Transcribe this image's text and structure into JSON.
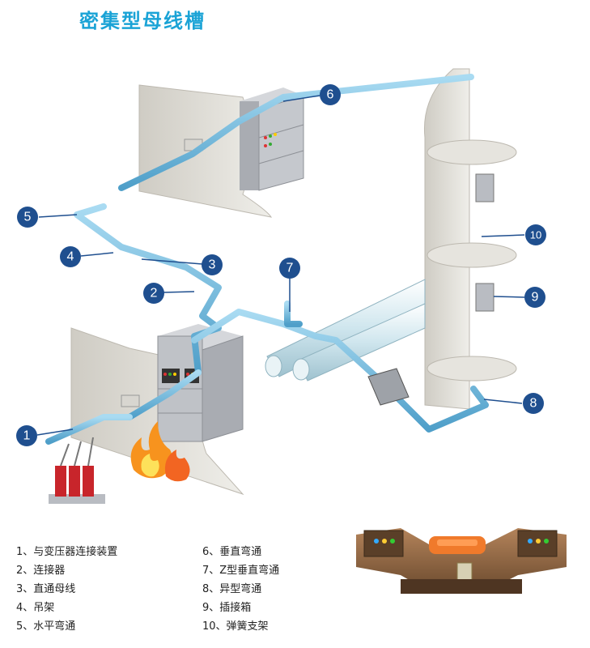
{
  "title": "密集型母线槽",
  "callouts": [
    {
      "num": "1"
    },
    {
      "num": "2"
    },
    {
      "num": "3"
    },
    {
      "num": "4"
    },
    {
      "num": "5"
    },
    {
      "num": "6"
    },
    {
      "num": "7"
    },
    {
      "num": "8"
    },
    {
      "num": "9"
    },
    {
      "num": "10"
    }
  ],
  "legend": {
    "left": [
      "1、与变压器连接装置",
      "2、连接器",
      "3、直通母线",
      "4、吊架",
      "5、水平弯通"
    ],
    "right": [
      "6、垂直弯通",
      "7、Z型垂直弯通",
      "8、异型弯通",
      "9、插接箱",
      "10、弹簧支架"
    ]
  },
  "colors": {
    "title": "#1aa3d6",
    "busway": "#7fc4e6",
    "callout": "#1f4f8f",
    "wall": "#e4e2dc",
    "cabinet": "#b9bcc2",
    "flame": "#f7931e",
    "transformer": "#c8252b"
  }
}
